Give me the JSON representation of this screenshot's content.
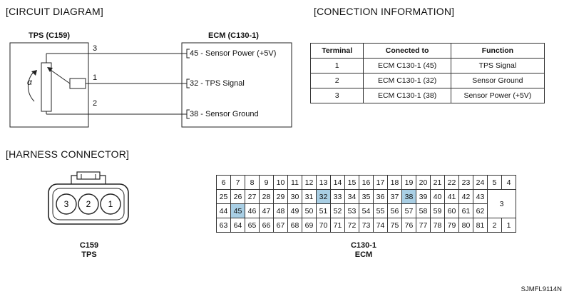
{
  "sections": {
    "circuit_diagram": "[CIRCUIT DIAGRAM]",
    "connection_information": "[CONECTION INFORMATION]",
    "harness_connector": "[HARNESS CONNECTOR]"
  },
  "circuit": {
    "tps_title": "TPS (C159)",
    "ecm_title": "ECM (C130-1)",
    "alpha": "α",
    "pins": [
      {
        "tps_pin": "3",
        "ecm_label": "45 - Sensor Power (+5V)"
      },
      {
        "tps_pin": "1",
        "ecm_label": "32 - TPS Signal"
      },
      {
        "tps_pin": "2",
        "ecm_label": "38 - Sensor Ground"
      }
    ]
  },
  "connection_table": {
    "headers": [
      "Terminal",
      "Conected to",
      "Function"
    ],
    "rows": [
      [
        "1",
        "ECM C130-1 (45)",
        "TPS Signal"
      ],
      [
        "2",
        "ECM C130-1 (32)",
        "Sensor Ground"
      ],
      [
        "3",
        "ECM C130-1 (38)",
        "Sensor Power (+5V)"
      ]
    ]
  },
  "tps_connector": {
    "pins": [
      "3",
      "2",
      "1"
    ],
    "label_code": "C159",
    "label_name": "TPS"
  },
  "ecm_connector": {
    "rows": [
      [
        "6",
        "7",
        "8",
        "9",
        "10",
        "11",
        "12",
        "13",
        "14",
        "15",
        "16",
        "17",
        "18",
        "19",
        "20",
        "21",
        "22",
        "23",
        "24",
        "5",
        "4"
      ],
      [
        "25",
        "26",
        "27",
        "28",
        "29",
        "30",
        "31",
        "32",
        "33",
        "34",
        "35",
        "36",
        "37",
        "38",
        "39",
        "40",
        "41",
        "42",
        "43"
      ],
      [
        "44",
        "45",
        "46",
        "47",
        "48",
        "49",
        "50",
        "51",
        "52",
        "53",
        "54",
        "55",
        "56",
        "57",
        "58",
        "59",
        "60",
        "61",
        "62"
      ],
      [
        "63",
        "64",
        "65",
        "66",
        "67",
        "68",
        "69",
        "70",
        "71",
        "72",
        "73",
        "74",
        "75",
        "76",
        "77",
        "78",
        "79",
        "80",
        "81",
        "2",
        "1"
      ]
    ],
    "merged_cell": "3",
    "highlighted": [
      "32",
      "38",
      "45"
    ],
    "highlight_color": "#a9cfe5",
    "label_code": "C130-1",
    "label_name": "ECM"
  },
  "footer_code": "SJMFL9114N"
}
